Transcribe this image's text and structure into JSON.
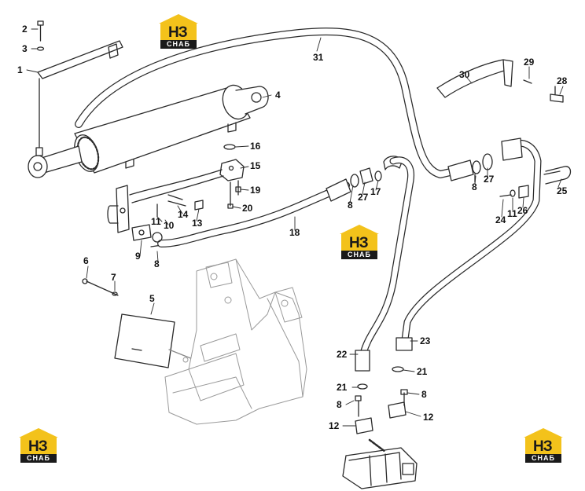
{
  "logo": {
    "mark": "НЗ",
    "text": "CHAБ"
  },
  "callouts": [
    "1",
    "2",
    "3",
    "4",
    "5",
    "6",
    "7",
    "8",
    "9",
    "10",
    "11",
    "12",
    "13",
    "14",
    "15",
    "16",
    "17",
    "18",
    "19",
    "20",
    "21",
    "22",
    "23",
    "24",
    "25",
    "26",
    "27",
    "28",
    "29",
    "30",
    "31"
  ],
  "labels": {
    "l2": "2",
    "l3": "3",
    "l1": "1",
    "l4": "4",
    "l31": "31",
    "l30": "30",
    "l29": "29",
    "l28": "28",
    "l16": "16",
    "l15": "15",
    "l19": "19",
    "l20": "20",
    "l14": "14",
    "l13": "13",
    "l11a": "11",
    "l10": "10",
    "l9": "9",
    "l8a": "8",
    "l18": "18",
    "l8b": "8",
    "l27a": "27",
    "l17": "17",
    "l8c": "8",
    "l27b": "27",
    "l25": "25",
    "l24": "24",
    "l11b": "11",
    "l26": "26",
    "l6": "6",
    "l7": "7",
    "l5": "5",
    "l22": "22",
    "l23": "23",
    "l21a": "21",
    "l21b": "21",
    "l8d": "8",
    "l8e": "8",
    "l12a": "12",
    "l12b": "12"
  },
  "colors": {
    "line": "#2a2a2a",
    "frame": "#9a9a9a",
    "logo_yellow": "#f3c21b",
    "logo_dark": "#1a1a1a"
  }
}
